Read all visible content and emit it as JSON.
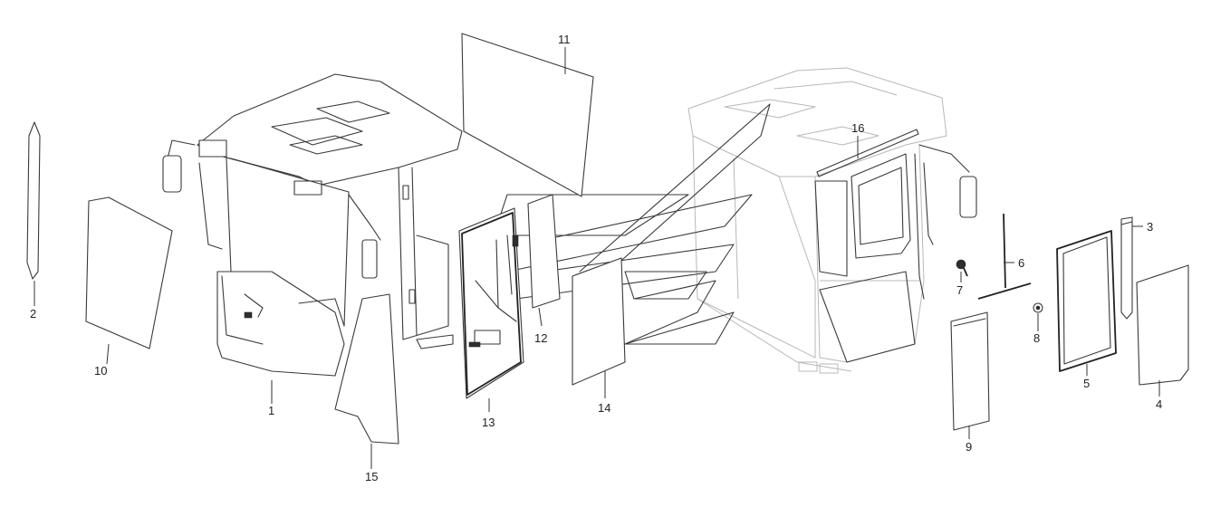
{
  "callouts": {
    "c1": "1",
    "c2": "2",
    "c3": "3",
    "c4": "4",
    "c5": "5",
    "c6": "6",
    "c7": "7",
    "c8": "8",
    "c9": "9",
    "c10": "10",
    "c11": "11",
    "c12": "12",
    "c13": "13",
    "c14": "14",
    "c15": "15",
    "c16": "16"
  },
  "colors": {
    "line": "#3a3a3a",
    "faded_line": "#b8b8b8",
    "background": "#ffffff"
  }
}
